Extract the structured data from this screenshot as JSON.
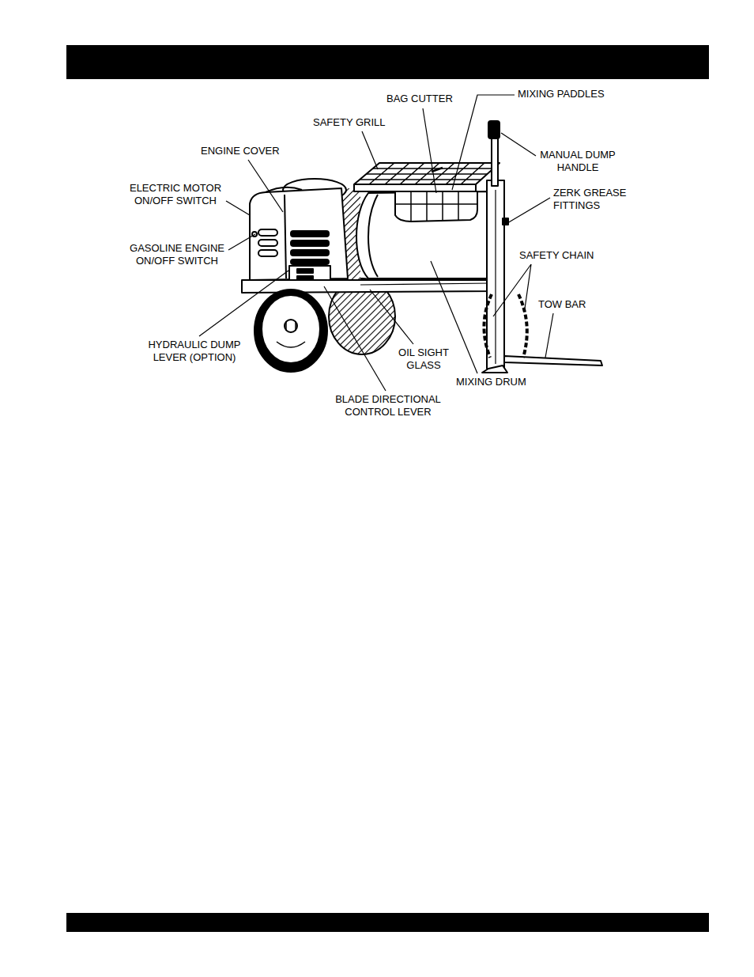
{
  "diagram": {
    "labels": [
      "BAG CUTTER",
      "MIXING PADDLES",
      "SAFETY GRILL",
      "ENGINE COVER",
      "MANUAL DUMP HANDLE",
      "ELECTRIC MOTOR ON/OFF SWITCH",
      "ZERK GREASE FITTINGS",
      "GASOLINE ENGINE ON/OFF SWITCH",
      "SAFETY CHAIN",
      "TOW BAR",
      "HYDRAULIC DUMP LEVER (OPTION)",
      "OIL SIGHT GLASS",
      "MIXING DRUM",
      "BLADE DIRECTIONAL CONTROL LEVER"
    ]
  }
}
